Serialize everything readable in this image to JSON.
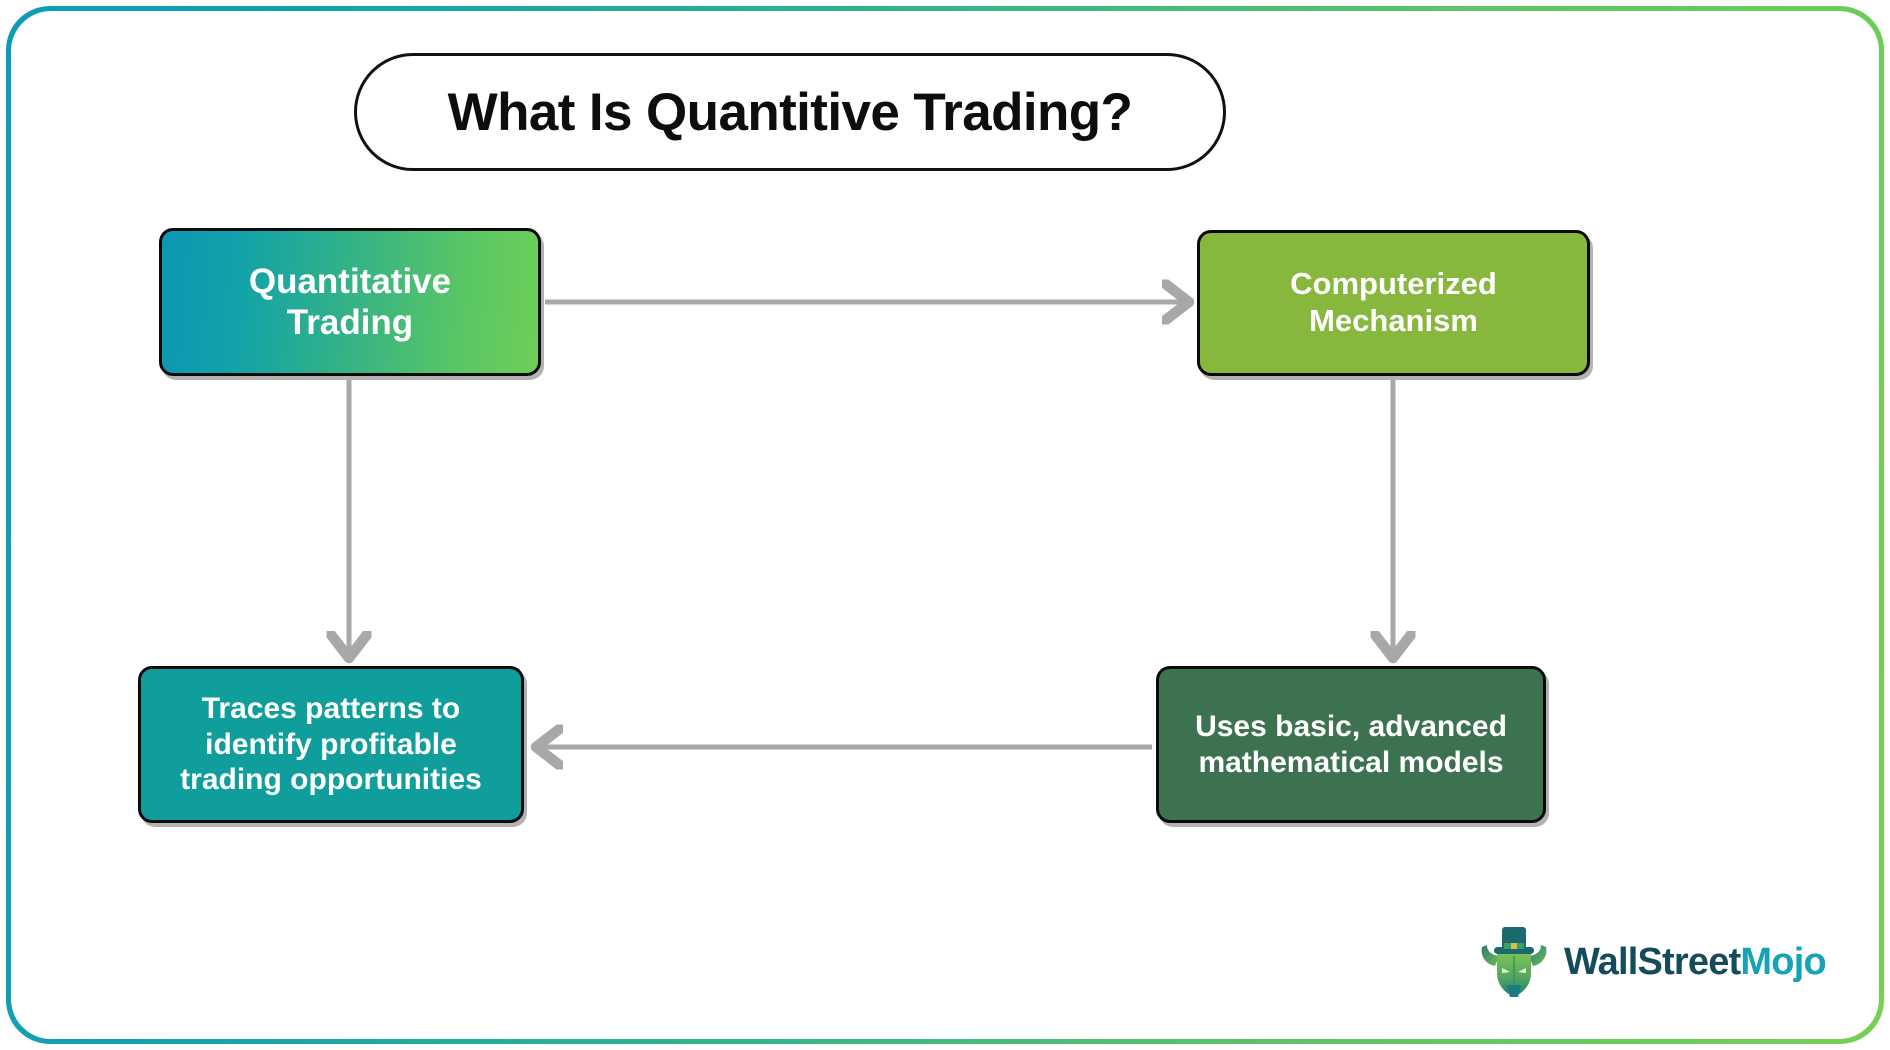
{
  "page": {
    "title": "What Is Quantitive Trading?",
    "border_gradient_start": "#0e9bb8",
    "border_gradient_end": "#74d152",
    "background": "#ffffff"
  },
  "diagram": {
    "type": "flowchart",
    "nodes": [
      {
        "id": "quantitative-trading",
        "label": "Quantitative Trading",
        "line1": "Quantitative",
        "line2": "Trading",
        "fill": "linear-gradient teal-to-green",
        "fill_start": "#0b97b4",
        "fill_end": "#6dcf57",
        "text_color": "#ffffff"
      },
      {
        "id": "computerized-mechanism",
        "label": "Computerized Mechanism",
        "line1": "Computerized",
        "line2": "Mechanism",
        "fill": "#87b73c",
        "text_color": "#ffffff"
      },
      {
        "id": "traces-patterns",
        "label": "Traces patterns to identify profitable trading opportunities",
        "line1": "Traces patterns to",
        "line2": "identify profitable",
        "line3": "trading opportunities",
        "fill": "#0f9e9c",
        "text_color": "#ffffff"
      },
      {
        "id": "mathematical-models",
        "label": "Uses basic, advanced mathematical models",
        "line1": "Uses basic, advanced",
        "line2": "mathematical models",
        "fill": "#3d7251",
        "text_color": "#ffffff"
      }
    ],
    "edges": [
      {
        "from": "quantitative-trading",
        "to": "computerized-mechanism",
        "direction": "right",
        "color": "#a8a8a8"
      },
      {
        "from": "quantitative-trading",
        "to": "traces-patterns",
        "direction": "down",
        "color": "#a8a8a8"
      },
      {
        "from": "computerized-mechanism",
        "to": "mathematical-models",
        "direction": "down",
        "color": "#a8a8a8"
      },
      {
        "from": "mathematical-models",
        "to": "traces-patterns",
        "direction": "left",
        "color": "#a8a8a8"
      }
    ]
  },
  "logo": {
    "brand_part1": "WallStreet",
    "brand_part2": "Mojo",
    "color1": "#154c5b",
    "color2": "#17a2b8",
    "mark": "bull-with-tophat-icon"
  }
}
